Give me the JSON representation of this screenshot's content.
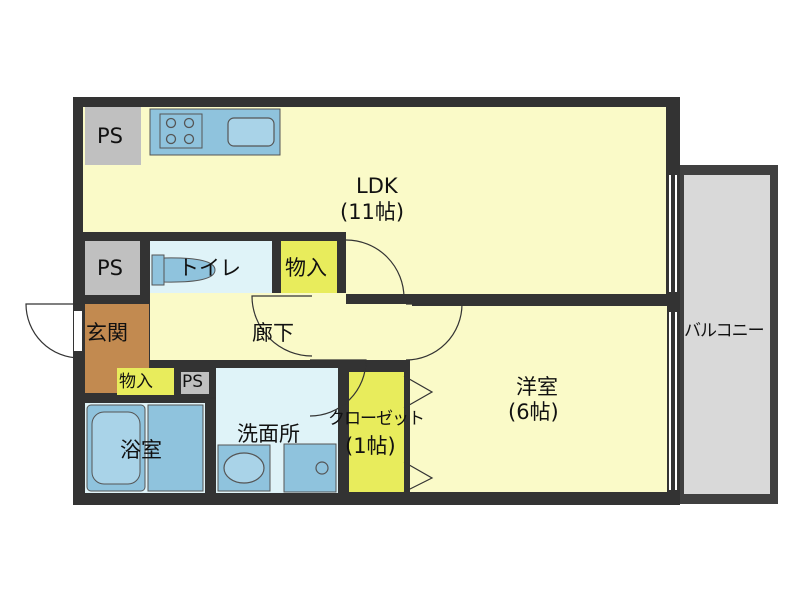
{
  "floor_plan": {
    "colors": {
      "wall": "#333333",
      "ldk_floor": "#fafac8",
      "balcony": "#d9d9d9",
      "ps": "#c0c0c0",
      "wet_area": "#dff3f8",
      "fixture": "#8fc3dd",
      "storage": "#e8ec5c",
      "entrance": "#c28a50"
    },
    "rooms": {
      "ldk": {
        "name": "LDK",
        "size": "(11帖)"
      },
      "western_room": {
        "name": "洋室",
        "size": "(6帖)"
      },
      "closet": {
        "name": "クローゼット",
        "size": "(1帖)"
      },
      "toilet": {
        "name": "トイレ"
      },
      "storage_upper": {
        "name": "物入"
      },
      "storage_lower": {
        "name": "物入"
      },
      "hallway": {
        "name": "廊下"
      },
      "entrance": {
        "name": "玄関"
      },
      "washroom": {
        "name": "洗面所"
      },
      "bathroom": {
        "name": "浴室"
      },
      "balcony": {
        "name": "バルコニー"
      },
      "ps_top": {
        "name": "PS"
      },
      "ps_middle": {
        "name": "PS"
      },
      "ps_small": {
        "name": "PS"
      }
    }
  }
}
